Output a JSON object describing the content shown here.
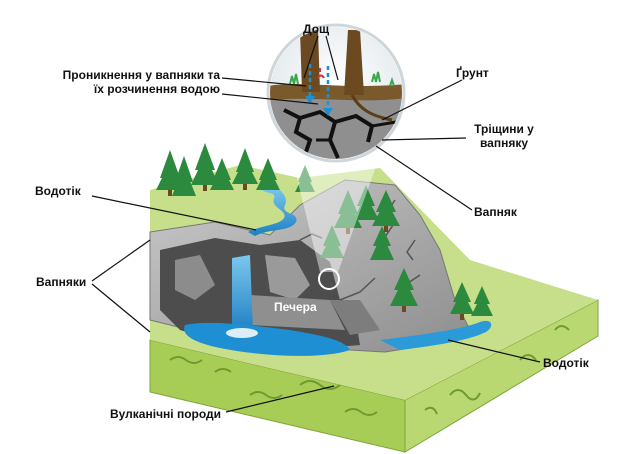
{
  "labels": {
    "rain": "Дощ",
    "penetration_line1": "Проникнення у вапняки та",
    "penetration_line2": "їх розчинення водою",
    "soil": "Ґрунт",
    "cracks_line1": "Тріщини у",
    "cracks_line2": "вапняку",
    "limestone": "Вапняк",
    "stream_top": "Водотік",
    "limestones": "Вапняки",
    "cave": "Печера",
    "stream_bottom": "Водотік",
    "volcanic": "Вулканічні породи"
  },
  "colors": {
    "grass": "#c3dc84",
    "grass_front": "#a7cd57",
    "rock": "#a9a9a9",
    "rock_dark": "#6e6e6e",
    "cave": "#4d4d4d",
    "water": "#1e8fd2",
    "water_light": "#7cc8ef",
    "tree": "#2b8a3e",
    "soil": "#7a5a2c"
  }
}
